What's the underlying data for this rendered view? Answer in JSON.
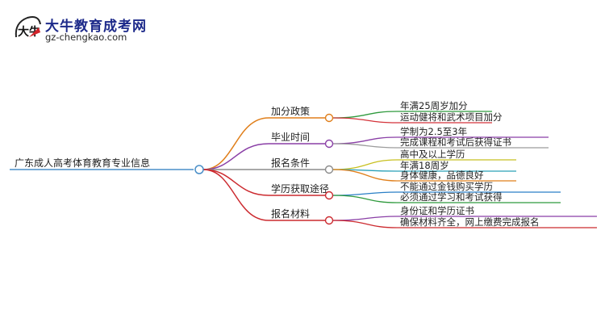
{
  "logo": {
    "title": "大牛教育成考网",
    "url": "gz-chengkao.com",
    "mark_text": "大牛",
    "accent_color": "#d2232a"
  },
  "root": {
    "label": "广东成人高考体育教育专业信息",
    "color": "#4a8fc8"
  },
  "branches": [
    {
      "label": "加分政策",
      "color": "#e07f1b",
      "leaves": [
        {
          "label": "年满25周岁加分",
          "color": "#2f9a3d"
        },
        {
          "label": "运动健将和武术项目加分",
          "color": "#d4333a"
        }
      ]
    },
    {
      "label": "毕业时间",
      "color": "#8a3fa6",
      "leaves": [
        {
          "label": "学制为2.5至3年",
          "color": "#8a3fa6"
        },
        {
          "label": "完成课程和考试后获得证书",
          "color": "#9c9c9c"
        }
      ]
    },
    {
      "label": "报名条件",
      "color": "#8b8b8b",
      "leaves": [
        {
          "label": "高中及以上学历",
          "color": "#c8c020"
        },
        {
          "label": "年满18周岁",
          "color": "#2aa0b8"
        },
        {
          "label": "身体健康，品德良好",
          "color": "#e07f1b"
        }
      ]
    },
    {
      "label": "学历获取途径",
      "color": "#cc2a2f",
      "leaves": [
        {
          "label": "不能通过金钱购买学历",
          "color": "#2a7fc6"
        },
        {
          "label": "必须通过学习和考试获得",
          "color": "#2f9a3d"
        }
      ]
    },
    {
      "label": "报名材料",
      "color": "#cc2a2f",
      "leaves": [
        {
          "label": "身份证和学历证书",
          "color": "#8a3fa6"
        },
        {
          "label": "确保材料齐全，网上缴费完成报名",
          "color": "#cc2a2f"
        }
      ]
    }
  ]
}
